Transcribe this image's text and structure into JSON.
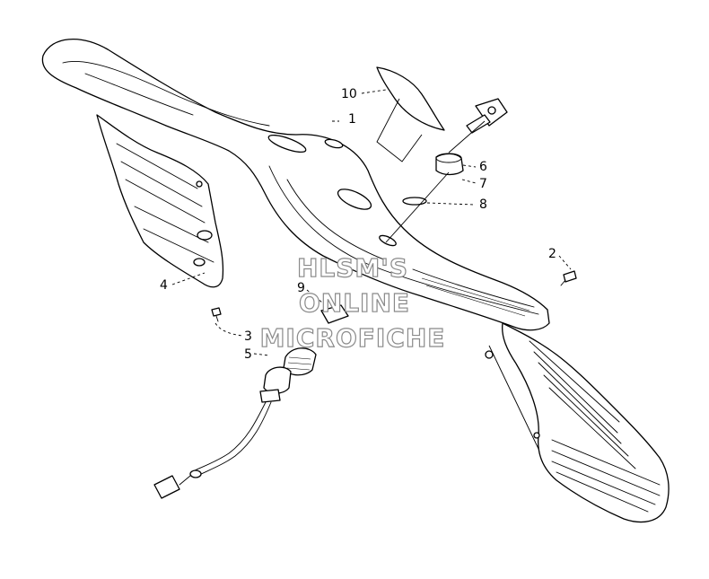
{
  "watermark": {
    "line1": "HLSM'S",
    "line2": "ONLINE",
    "line3": "MICROFICHE"
  },
  "callouts": {
    "c1": "1",
    "c2": "2",
    "c3": "3",
    "c4": "4",
    "c5": "5",
    "c6": "6",
    "c7": "7",
    "c8": "8",
    "c9": "9",
    "c10": "10"
  }
}
